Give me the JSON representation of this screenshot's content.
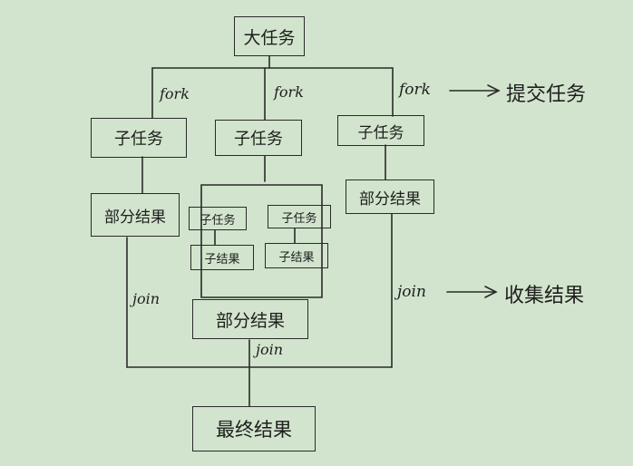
{
  "nodes": {
    "big_task": "大任务",
    "subtask_left": "子任务",
    "subtask_mid": "子任务",
    "subtask_right": "子任务",
    "partial_left": "部分结果",
    "partial_right": "部分结果",
    "inner_task_1": "子任务",
    "inner_task_2": "子任务",
    "inner_result_1": "子结果",
    "inner_result_2": "子结果",
    "partial_mid": "部分结果",
    "final_result": "最终结果"
  },
  "edge_labels": {
    "fork_1": "fork",
    "fork_2": "fork",
    "fork_3": "fork",
    "join_left": "join",
    "join_bottom": "join",
    "join_right": "join"
  },
  "annotations": {
    "submit_task": "提交任务",
    "collect_results": "收集结果"
  }
}
